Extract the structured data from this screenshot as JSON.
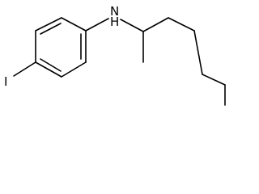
{
  "molecule": {
    "atoms": {
      "nitrogen": {
        "element": "N",
        "label": "H"
      },
      "iodine": {
        "element": "I",
        "label": "I"
      }
    },
    "bond_color": "#000000",
    "background": "#ffffff"
  }
}
